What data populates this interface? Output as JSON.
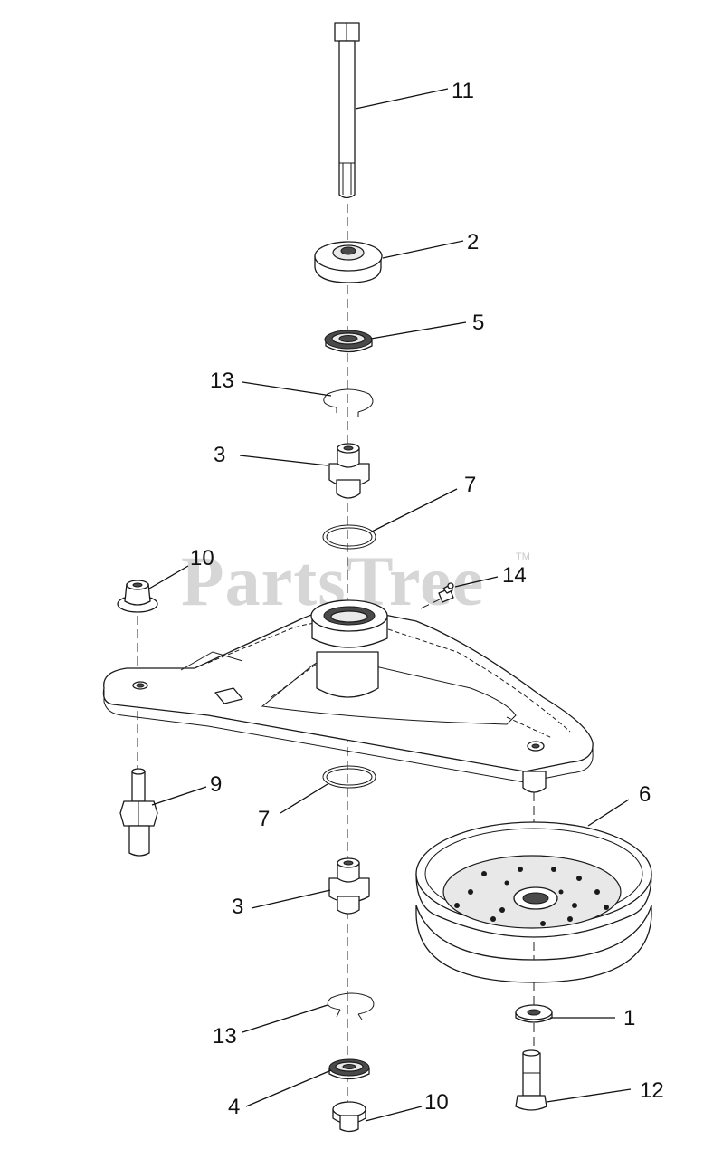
{
  "watermark": {
    "text": "PartsTree",
    "trademark": "TM"
  },
  "callouts": {
    "bolt_long": "11",
    "bearing_housing": "2",
    "bearing_upper": "5",
    "snap_ring_upper": "13",
    "spacer_upper": "3",
    "o_ring_upper": "7",
    "nut_left": "10",
    "grease_fitting": "14",
    "shoulder_bolt": "9",
    "o_ring_lower": "7",
    "idler_pulley": "6",
    "spacer_lower": "3",
    "washer": "1",
    "snap_ring_lower": "13",
    "bearing_lower": "4",
    "nut_bottom": "10",
    "bolt_short": "12"
  }
}
